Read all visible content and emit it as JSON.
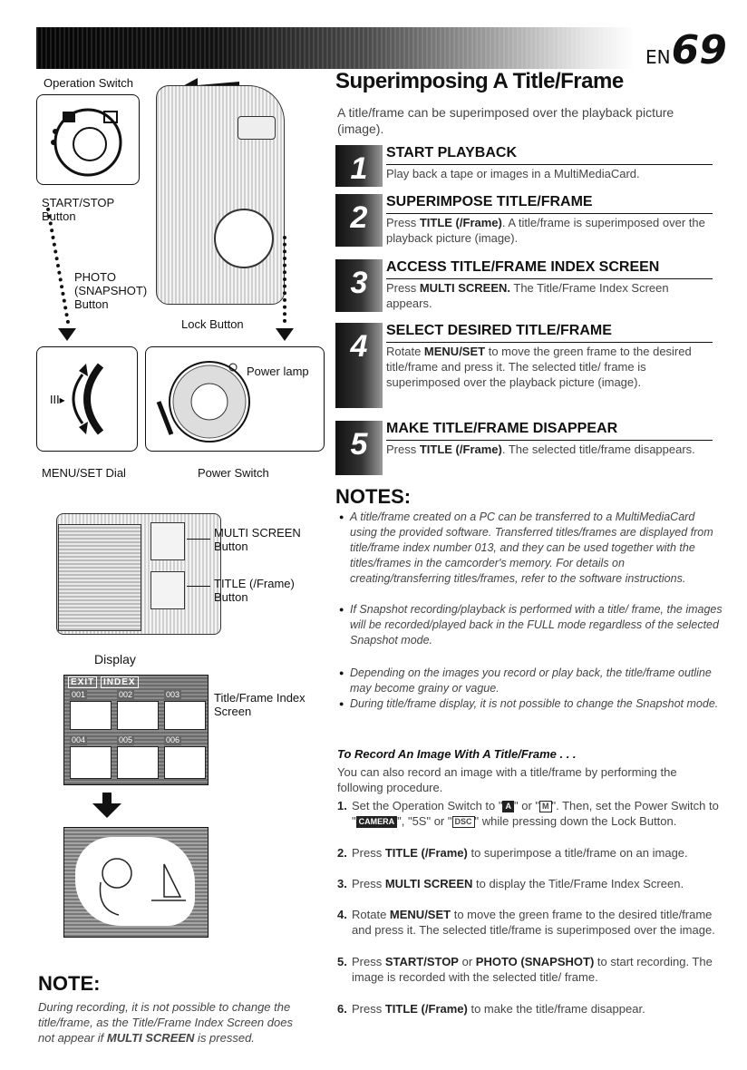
{
  "header": {
    "page_prefix": "EN",
    "page_number": "69"
  },
  "figures": {
    "operation_switch": "Operation Switch",
    "start_stop": "START/STOP\nButton",
    "photo": "PHOTO\n(SNAPSHOT)\nButton",
    "lock": "Lock Button",
    "power_lamp": "Power lamp",
    "menu_set_dial": "MENU/SET Dial",
    "power_switch": "Power Switch",
    "multi_screen": "MULTI SCREEN\nButton",
    "title_frame": "TITLE (/Frame)\nButton",
    "display": "Display",
    "index_screen": "Title/Frame Index\nScreen",
    "index_bar": [
      "EXIT",
      "INDEX"
    ],
    "thumbs": [
      "001",
      "002",
      "003",
      "004",
      "005",
      "006"
    ]
  },
  "main": {
    "title": "Superimposing A Title/Frame",
    "intro": "A title/frame can be superimposed over the playback picture (image).",
    "steps": [
      {
        "num": "1",
        "head": "START PLAYBACK",
        "body": "Play back a tape or images in a MultiMediaCard."
      },
      {
        "num": "2",
        "head": "SUPERIMPOSE TITLE/FRAME",
        "body_pre": "Press ",
        "body_bold": "TITLE (/Frame)",
        "body_post": ". A title/frame is superimposed over the playback picture (image)."
      },
      {
        "num": "3",
        "head": "ACCESS TITLE/FRAME INDEX SCREEN",
        "body_pre": "Press ",
        "body_bold": "MULTI SCREEN.",
        "body_post": " The Title/Frame Index Screen appears."
      },
      {
        "num": "4",
        "head": "SELECT DESIRED TITLE/FRAME",
        "body_pre": "Rotate ",
        "body_bold": "MENU/SET",
        "body_post": " to move the green frame to the desired title/frame and press it. The selected title/ frame is superimposed over the playback picture (image)."
      },
      {
        "num": "5",
        "head": "MAKE TITLE/FRAME DISAPPEAR",
        "body_pre": "Press ",
        "body_bold": "TITLE (/Frame)",
        "body_post": ". The selected title/frame disappears."
      }
    ]
  },
  "notes": {
    "heading": "NOTES:",
    "items": [
      "A title/frame created on a PC can be transferred to a MultiMediaCard using the provided software. Transferred titles/frames are displayed from title/frame index number 013, and they can be used together with the titles/frames in the camcorder's memory. For details on creating/transferring titles/frames, refer to the software instructions.",
      "If Snapshot recording/playback is performed with a title/ frame, the images will be recorded/played back in the FULL mode regardless of the selected Snapshot mode.",
      "Depending on the images you record or play back, the title/frame outline may become grainy or vague.",
      "During title/frame display, it is not possible to change the Snapshot mode."
    ]
  },
  "record": {
    "heading": "To Record An Image With A Title/Frame . . .",
    "intro": "You can also record an image with a title/frame by performing the following procedure.",
    "steps": [
      {
        "n": "1.",
        "a": "Set the Operation Switch to \"",
        "i1": "A",
        "b": "\" or \"",
        "i2": "M",
        "c": "\". Then, set the Power Switch to \"",
        "i3": "CAMERA",
        "d": "\", \"5S\" or \"",
        "i4": "DSC",
        "e": "\" while pressing down the Lock Button."
      },
      {
        "n": "2.",
        "pre": "Press ",
        "bold": "TITLE (/Frame)",
        "post": " to superimpose a title/frame on an image."
      },
      {
        "n": "3.",
        "pre": "Press ",
        "bold": "MULTI SCREEN",
        "post": " to display the Title/Frame Index Screen."
      },
      {
        "n": "4.",
        "pre": "Rotate ",
        "bold": "MENU/SET",
        "post": " to move the green frame to the desired title/frame and press it. The selected title/frame is superimposed over the image."
      },
      {
        "n": "5.",
        "pre": "Press ",
        "bold": "START/STOP",
        "mid": " or ",
        "bold2": "PHOTO (SNAPSHOT)",
        "post": " to start recording. The image is recorded with the selected title/ frame."
      },
      {
        "n": "6.",
        "pre": "Press ",
        "bold": "TITLE (/Frame)",
        "post": " to make the title/frame disappear."
      }
    ]
  },
  "left_note": {
    "heading": "NOTE:",
    "pre": "During recording, it is not possible to change the title/frame, as the Title/Frame Index Screen does not appear if ",
    "bold": "MULTI SCREEN",
    "post": " is pressed."
  }
}
